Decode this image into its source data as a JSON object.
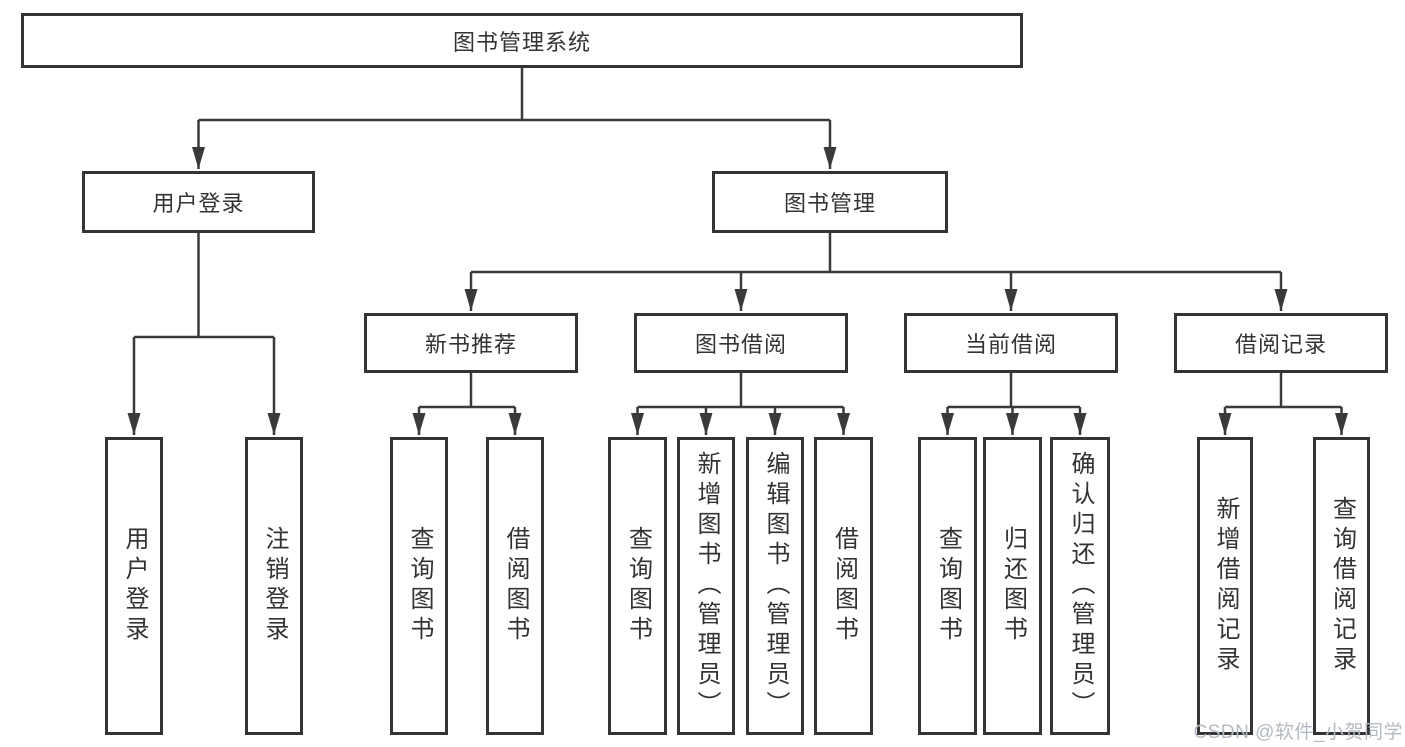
{
  "diagram": {
    "type": "hierarchy-tree",
    "colors": {
      "line": "#3a3a3a",
      "box_border": "#343434",
      "text": "#333333",
      "background": "#ffffff",
      "watermark_text_color": "#b4bac3"
    },
    "watermark": {
      "text": "CSDN @软件_小贺同学"
    },
    "tree": {
      "root": {
        "label": "图书管理系统"
      },
      "branches": [
        {
          "label": "用户登录",
          "children": [
            {
              "label": "用户登录"
            },
            {
              "label": "注销登录"
            }
          ]
        },
        {
          "label": "图书管理",
          "children": [
            {
              "label": "新书推荐",
              "children": [
                {
                  "label": "查询图书"
                },
                {
                  "label": "借阅图书"
                }
              ]
            },
            {
              "label": "图书借阅",
              "children": [
                {
                  "label": "查询图书"
                },
                {
                  "label": "新增图书（管理员）"
                },
                {
                  "label": "编辑图书（管理员）"
                },
                {
                  "label": "借阅图书"
                }
              ]
            },
            {
              "label": "当前借阅",
              "children": [
                {
                  "label": "查询图书"
                },
                {
                  "label": "归还图书"
                },
                {
                  "label": "确认归还（管理员）"
                }
              ]
            },
            {
              "label": "借阅记录",
              "children": [
                {
                  "label": "新增借阅记录"
                },
                {
                  "label": "查询借阅记录"
                }
              ]
            }
          ]
        }
      ]
    }
  }
}
